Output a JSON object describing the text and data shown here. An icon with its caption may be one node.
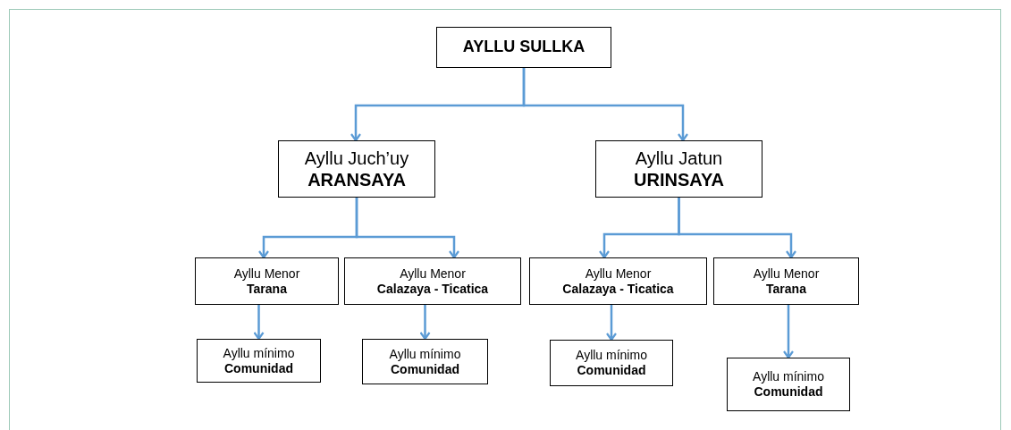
{
  "diagram": {
    "nodes": [
      {
        "text": [
          "AYLLU SULLKA"
        ]
      },
      {
        "text": [
          "Ayllu Juch’uy",
          "ARANSAYA"
        ]
      },
      {
        "text": [
          "Ayllu Jatun",
          "URINSAYA"
        ]
      },
      {
        "text": [
          "Ayllu Menor",
          "Tarana"
        ]
      },
      {
        "text": [
          "Ayllu Menor",
          "Calazaya - Ticatica"
        ]
      },
      {
        "text": [
          "Ayllu Menor",
          "Calazaya - Ticatica"
        ]
      },
      {
        "text": [
          "Ayllu Menor",
          "Tarana"
        ]
      },
      {
        "text": [
          "Ayllu mínimo",
          "Comunidad"
        ]
      },
      {
        "text": [
          "Ayllu mínimo",
          "Comunidad"
        ]
      },
      {
        "text": [
          "Ayllu mínimo",
          "Comunidad"
        ]
      },
      {
        "text": [
          "Ayllu mínimo",
          "Comunidad"
        ]
      }
    ],
    "edges": [
      {
        "from": 0,
        "to": 1,
        "arrow": "to"
      },
      {
        "from": 0,
        "to": 2,
        "arrow": "to"
      },
      {
        "from": 1,
        "to": 3,
        "arrow": "to"
      },
      {
        "from": 1,
        "to": 4,
        "arrow": "to"
      },
      {
        "from": 2,
        "to": 5,
        "arrow": "to"
      },
      {
        "from": 2,
        "to": 6,
        "arrow": "to"
      },
      {
        "from": 3,
        "to": 7,
        "arrow": "to"
      },
      {
        "from": 4,
        "to": 8,
        "arrow": "to"
      },
      {
        "from": 5,
        "to": 9,
        "arrow": "to"
      },
      {
        "from": 6,
        "to": 10,
        "arrow": "to"
      }
    ]
  }
}
